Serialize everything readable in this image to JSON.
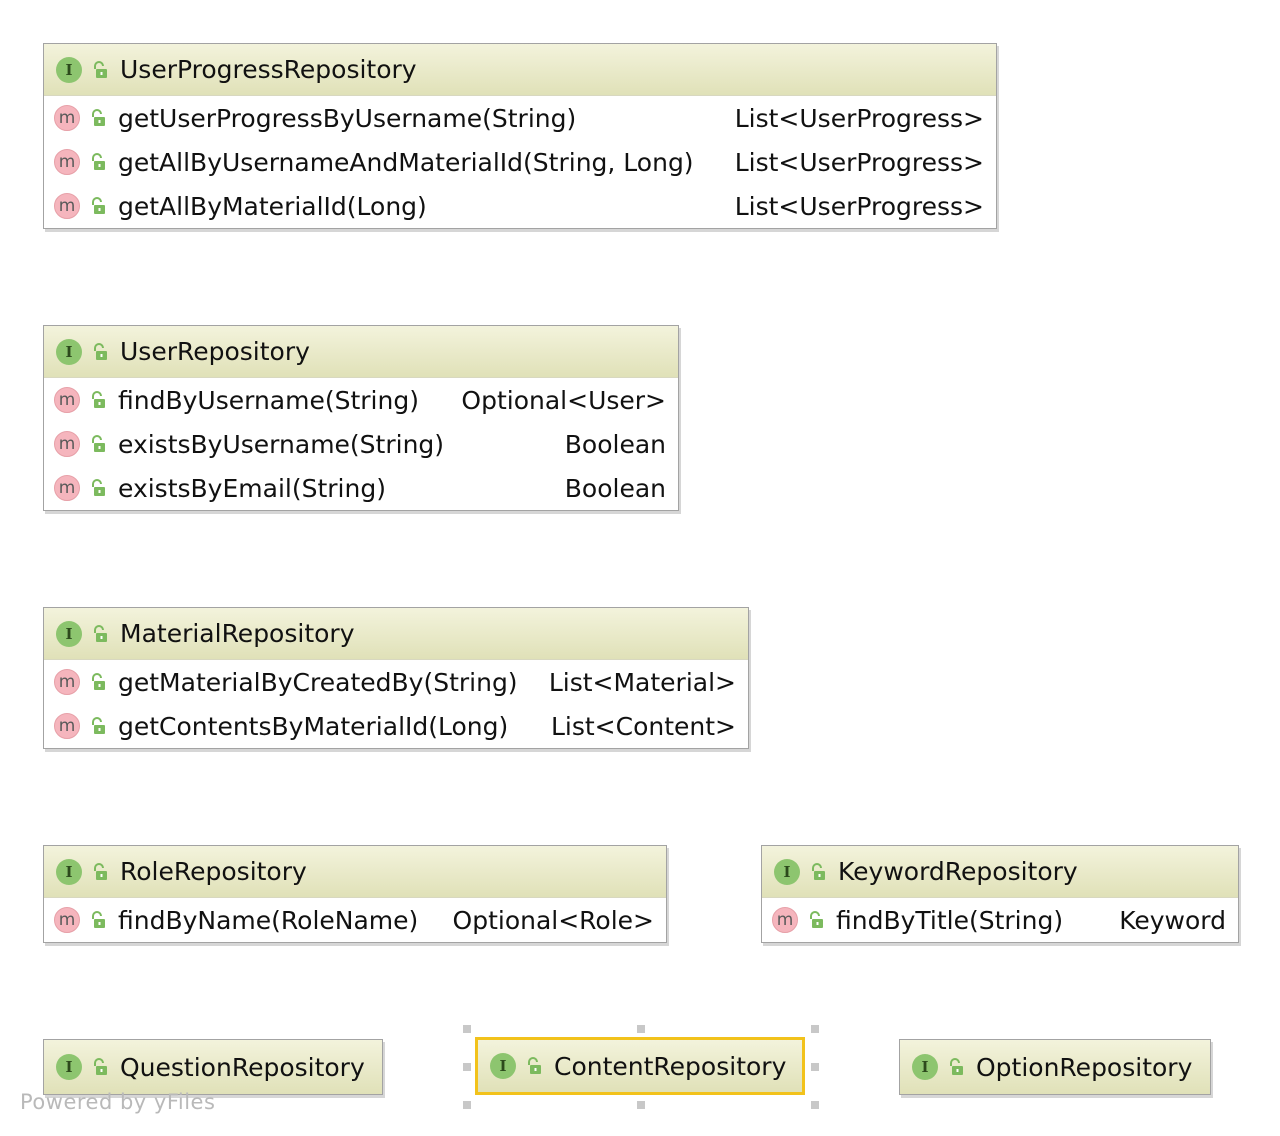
{
  "watermark": "Powered by yFiles",
  "colors": {
    "header": "#e6e7c4",
    "interface_badge": "#8dc56f",
    "method_badge": "#f5b5bd",
    "selection": "#f2c21b"
  },
  "icons": {
    "interface": "I",
    "method": "m",
    "visibility": "lock-icon"
  },
  "classes": [
    {
      "name": "UserProgressRepository",
      "methods": [
        {
          "signature": "getUserProgressByUsername(String)",
          "returns": "List<UserProgress>"
        },
        {
          "signature": "getAllByUsernameAndMaterialId(String, Long)",
          "returns": "List<UserProgress>"
        },
        {
          "signature": "getAllByMaterialId(Long)",
          "returns": "List<UserProgress>"
        }
      ]
    },
    {
      "name": "UserRepository",
      "methods": [
        {
          "signature": "findByUsername(String)",
          "returns": "Optional<User>"
        },
        {
          "signature": "existsByUsername(String)",
          "returns": "Boolean"
        },
        {
          "signature": "existsByEmail(String)",
          "returns": "Boolean"
        }
      ]
    },
    {
      "name": "MaterialRepository",
      "methods": [
        {
          "signature": "getMaterialByCreatedBy(String)",
          "returns": "List<Material>"
        },
        {
          "signature": "getContentsByMaterialId(Long)",
          "returns": "List<Content>"
        }
      ]
    },
    {
      "name": "RoleRepository",
      "methods": [
        {
          "signature": "findByName(RoleName)",
          "returns": "Optional<Role>"
        }
      ]
    },
    {
      "name": "KeywordRepository",
      "methods": [
        {
          "signature": "findByTitle(String)",
          "returns": "Keyword"
        }
      ]
    },
    {
      "name": "QuestionRepository",
      "methods": []
    },
    {
      "name": "ContentRepository",
      "selected": true,
      "methods": []
    },
    {
      "name": "OptionRepository",
      "methods": []
    }
  ]
}
